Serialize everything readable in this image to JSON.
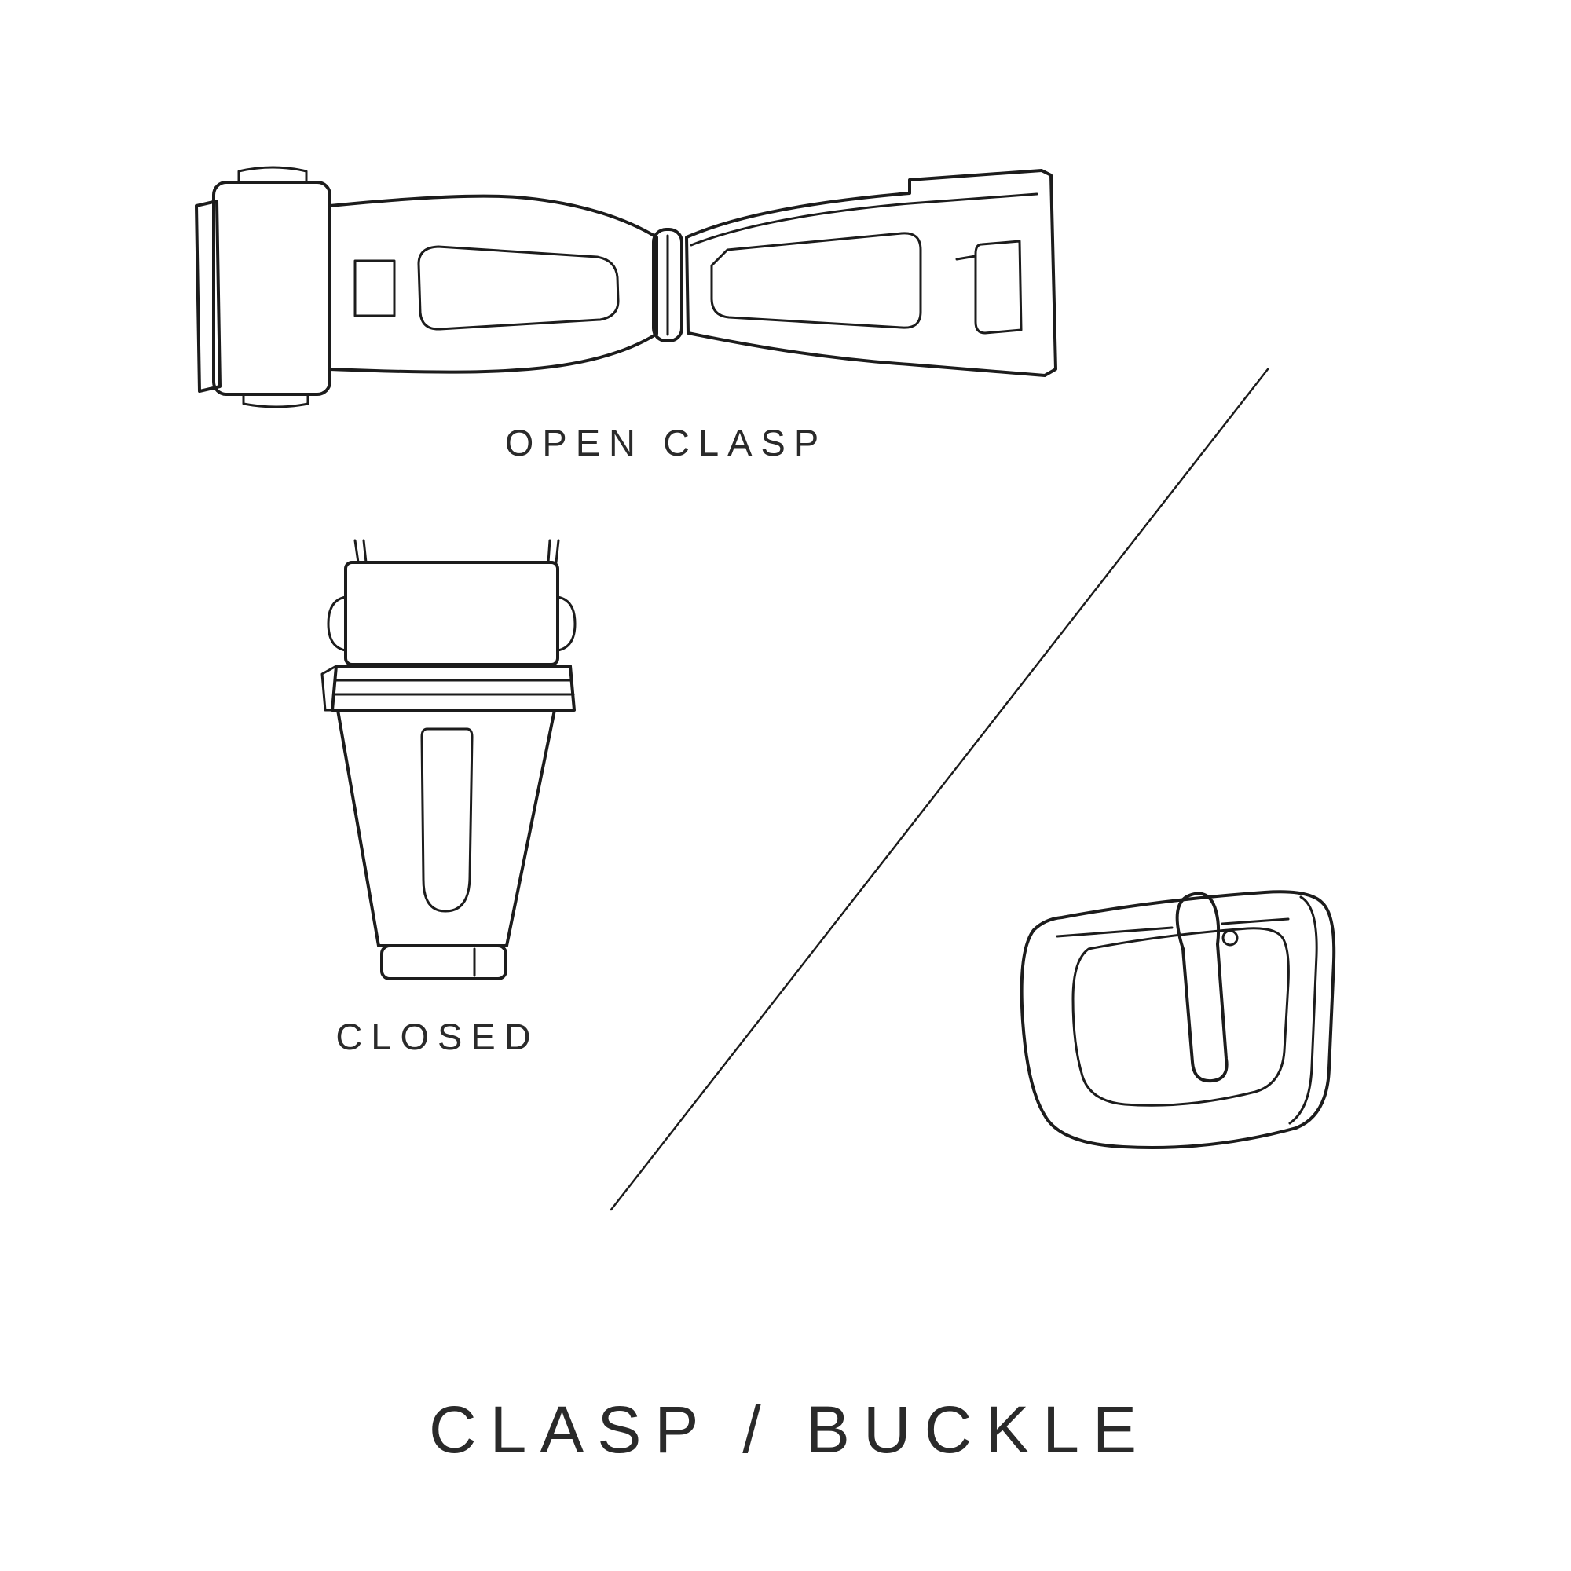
{
  "page": {
    "title": "CLASP / BUCKLE"
  },
  "figures": {
    "open_clasp": {
      "label": "OPEN CLASP"
    },
    "closed_clasp": {
      "label": "CLOSED"
    },
    "buckle": {
      "label": ""
    }
  },
  "colors": {
    "line": "#1c1c1c",
    "text": "#2a2a2a",
    "background": "#ffffff"
  }
}
